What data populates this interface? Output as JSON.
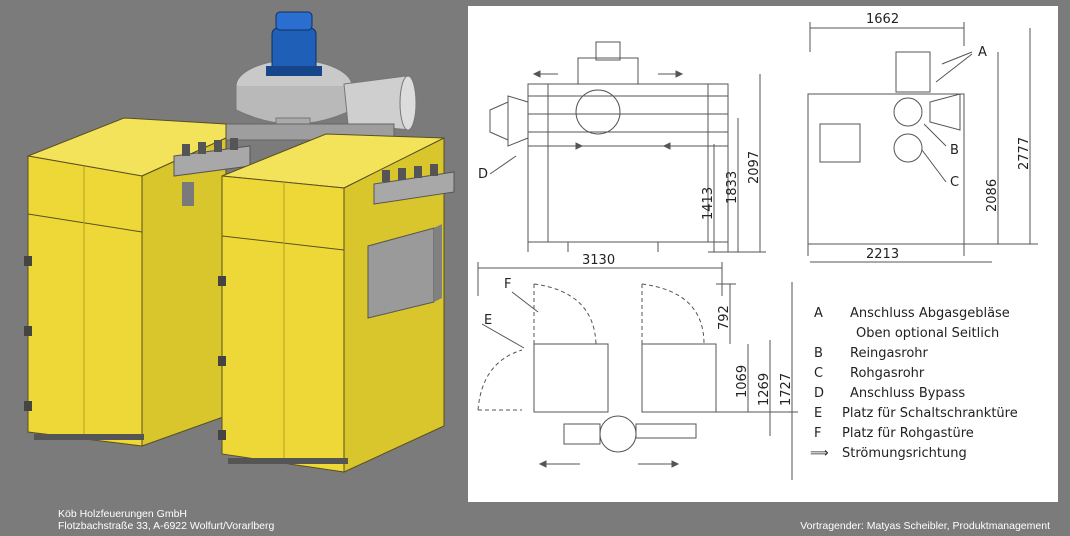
{
  "footer": {
    "company": "Köb Holzfeuerungen GmbH",
    "address": "Flotzbachstraße 33, A-6922 Wolfurt/Vorarlberg",
    "presenter": "Vortragender: Matyas Scheibler, Produktmanagement"
  },
  "drawing": {
    "dims": {
      "d1662": "1662",
      "d2777": "2777",
      "d2086": "2086",
      "d2213": "2213",
      "d2097": "2097",
      "d1833": "1833",
      "d1413": "1413",
      "d3130": "3130",
      "d792": "792",
      "d1069": "1069",
      "d1269": "1269",
      "d1727": "1727"
    },
    "callouts": {
      "A": "A",
      "B": "B",
      "C": "C",
      "D": "D",
      "E": "E",
      "F": "F"
    },
    "legend": [
      {
        "key": "A",
        "text": "Anschluss Abgasgebläse"
      },
      {
        "key": "",
        "text": "Oben optional Seitlich"
      },
      {
        "key": "B",
        "text": "Reingasrohr"
      },
      {
        "key": "C",
        "text": "Rohgasrohr"
      },
      {
        "key": "D",
        "text": "Anschluss Bypass"
      },
      {
        "key": "E",
        "text": "Platz für Schaltschranktüre"
      },
      {
        "key": "F",
        "text": "Platz für Rohgastüre"
      },
      {
        "key": "⟹",
        "text": "Strömungsrichtung"
      }
    ]
  },
  "colors": {
    "background": "#7b7b7b",
    "cabinet": "#f0dc3a",
    "motor": "#1f5fb8"
  }
}
